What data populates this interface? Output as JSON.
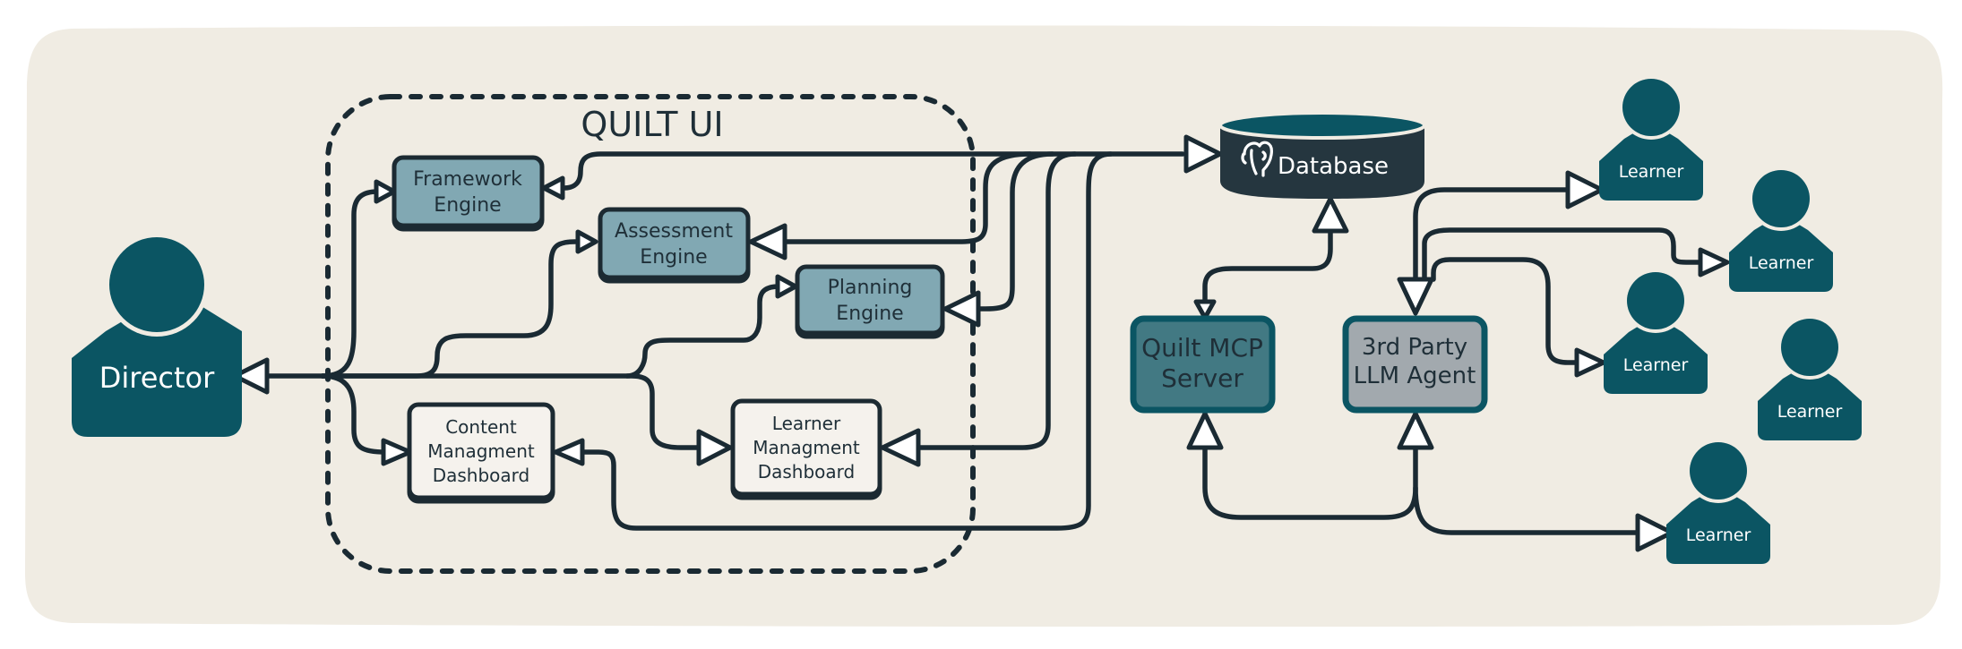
{
  "colors": {
    "background": "#f0ece3",
    "teal": "#0b5563",
    "engine_fill": "#81a8b3",
    "dashboard_fill": "#f5f2ed",
    "mcp_fill": "#427983",
    "agent_fill": "#a2a9ae",
    "database": "#25363f",
    "stroke": "#1a2a33"
  },
  "group": {
    "title": "QUILT UI"
  },
  "director": {
    "label": "Director"
  },
  "engines": {
    "framework": [
      "Framework",
      "Engine"
    ],
    "assessment": [
      "Assessment",
      "Engine"
    ],
    "planning": [
      "Planning",
      "Engine"
    ]
  },
  "dashboards": {
    "content": [
      "Content",
      "Managment",
      "Dashboard"
    ],
    "learner": [
      "Learner",
      "Managment",
      "Dashboard"
    ]
  },
  "database": {
    "label": "Database",
    "icon": "postgresql-elephant-icon"
  },
  "mcp_server": [
    "Quilt MCP",
    "Server"
  ],
  "llm_agent": [
    "3rd Party",
    "LLM Agent"
  ],
  "learners": [
    "Learner",
    "Learner",
    "Learner",
    "Learner",
    "Learner"
  ]
}
